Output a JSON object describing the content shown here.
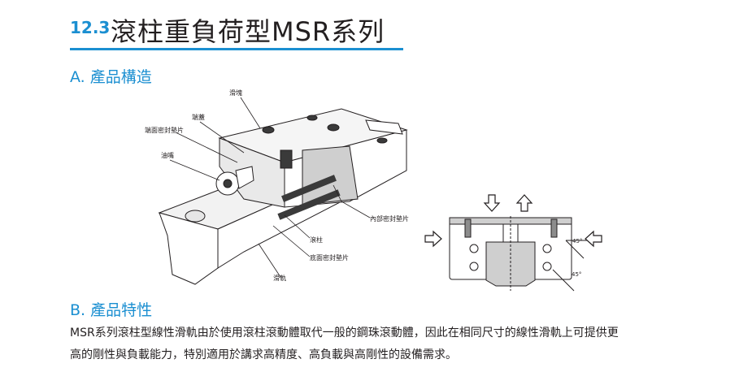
{
  "header": {
    "number": "12.3",
    "title": "滾柱重負荷型MSR系列"
  },
  "section_a": {
    "title": "A. 產品構造"
  },
  "diagram_labels": {
    "block": "滑塊",
    "end_cap": "端蓋",
    "end_seal": "端面密封墊片",
    "grease_nipple": "油嘴",
    "inner_seal": "內部密封墊片",
    "roller": "滾柱",
    "bottom_seal": "底面密封墊片",
    "rail": "滑軌",
    "angle_top": "45°",
    "angle_bottom": "45°"
  },
  "section_b": {
    "title": "B. 產品特性",
    "line1": "MSR系列滾柱型線性滑軌由於使用滾柱滾動體取代一般的鋼珠滾動體，因此在相同尺寸的線性滑軌上可提供更",
    "line2": "高的剛性與負載能力，特別適用於講求高精度、高負載與高剛性的設備需求。"
  }
}
